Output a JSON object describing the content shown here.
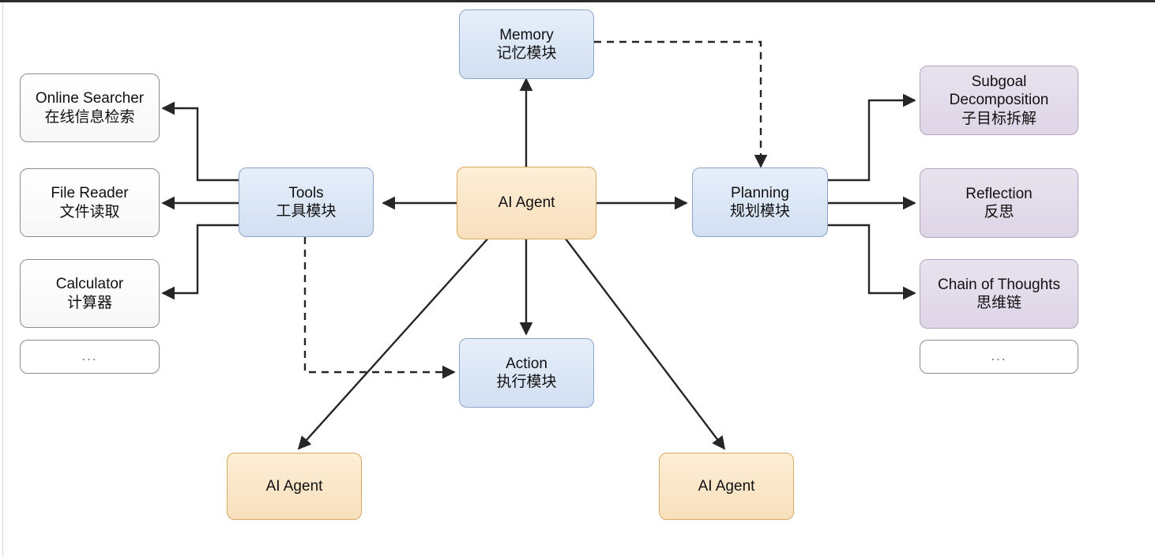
{
  "diagram": {
    "title": "AI Agent architecture diagram",
    "colors": {
      "blue_fill": "#dae6f5",
      "blue_border": "#8aa5c8",
      "orange_fill": "#fae3c4",
      "orange_border": "#d8a95e",
      "purple_fill": "#e2dce8",
      "purple_border": "#b3a5c0",
      "plain_fill": "#ffffff",
      "plain_border": "#8c8c8c",
      "arrow": "#262626"
    },
    "nodes": {
      "memory": {
        "en": "Memory",
        "zh": "记忆模块"
      },
      "tools": {
        "en": "Tools",
        "zh": "工具模块"
      },
      "agent_center": {
        "en": "AI Agent",
        "zh": ""
      },
      "planning": {
        "en": "Planning",
        "zh": "规划模块"
      },
      "action": {
        "en": "Action",
        "zh": "执行模块"
      },
      "agent_left": {
        "en": "AI Agent",
        "zh": ""
      },
      "agent_right": {
        "en": "AI Agent",
        "zh": ""
      },
      "online_searcher": {
        "en": "Online Searcher",
        "zh": "在线信息检索"
      },
      "file_reader": {
        "en": "File Reader",
        "zh": "文件读取"
      },
      "calculator": {
        "en": "Calculator",
        "zh": "计算器"
      },
      "tools_more": {
        "en": "...",
        "zh": ""
      },
      "subgoal": {
        "en1": "Subgoal",
        "en2": "Decomposition",
        "zh": "子目标拆解"
      },
      "reflection": {
        "en": "Reflection",
        "zh": "反思"
      },
      "chain_of_thoughts": {
        "en": "Chain of Thoughts",
        "zh": "思维链"
      },
      "planning_more": {
        "en": "...",
        "zh": ""
      }
    }
  }
}
